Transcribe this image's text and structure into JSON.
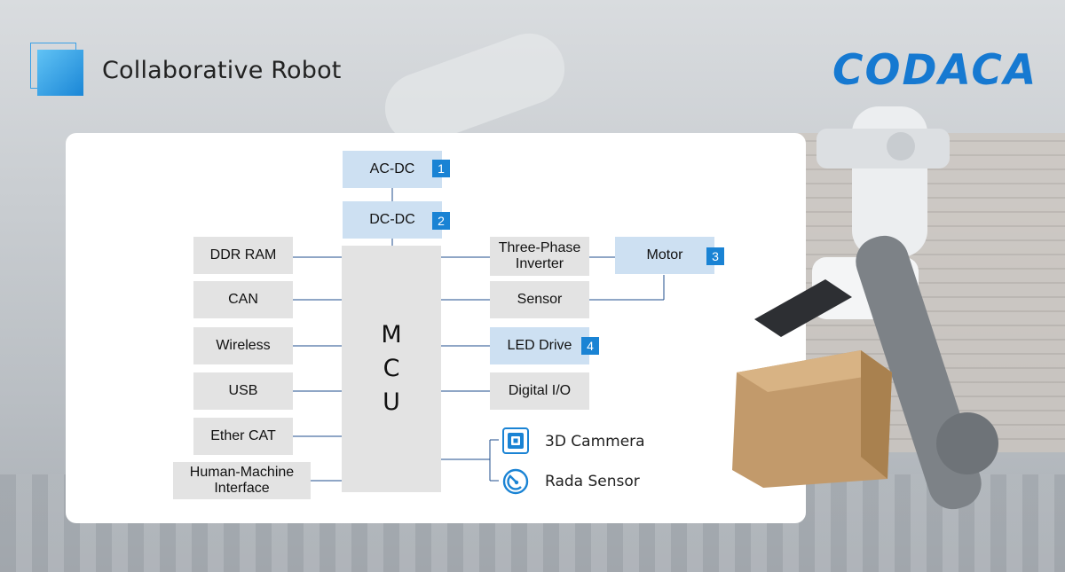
{
  "header": {
    "title": "Collaborative Robot",
    "logo": "CODACA"
  },
  "power": [
    {
      "label": "AC-DC",
      "num": "1"
    },
    {
      "label": "DC-DC",
      "num": "2"
    }
  ],
  "mcu": {
    "letters": [
      "M",
      "C",
      "U"
    ]
  },
  "left_blocks": [
    "DDR RAM",
    "CAN",
    "Wireless",
    "USB",
    "Ether CAT",
    "Human-Machine\nInterface"
  ],
  "right_blocks": {
    "inverter": "Three-Phase\nInverter",
    "sensor": "Sensor",
    "led": "LED Drive",
    "led_num": "4",
    "digital_io": "Digital I/O",
    "motor": "Motor",
    "motor_num": "3"
  },
  "legend": {
    "camera": "3D Cammera",
    "radar": "Rada Sensor"
  },
  "colors": {
    "accent": "#1a83d4",
    "line": "#1f4e8c",
    "block": "#e3e3e3",
    "highlight": "#cde0f2",
    "logo": "#1679d1"
  }
}
